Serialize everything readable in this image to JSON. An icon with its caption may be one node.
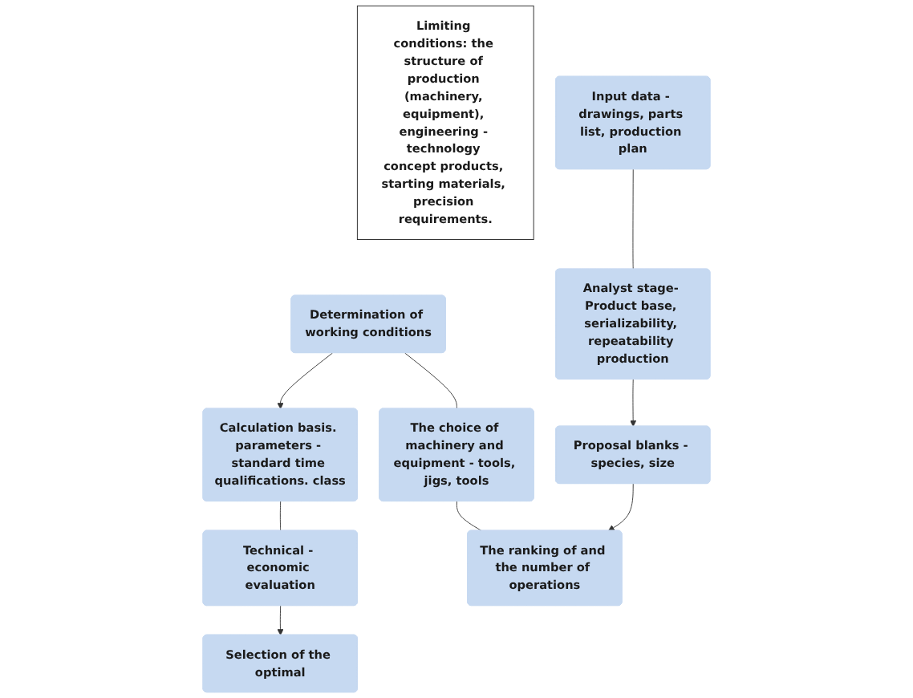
{
  "diagram": {
    "nodes": [
      {
        "text": [
          "Limiting conditions: the structure of production (machinery, equipment), engineering - technology concept products, starting materials, precision requirements."
        ]
      },
      {
        "text": [
          "Input data - drawings, parts list, production plan"
        ]
      },
      {
        "text": [
          "Determination of working conditions"
        ]
      },
      {
        "text": [
          "Calculation basis. parameters - standard time qualifications. class"
        ]
      },
      {
        "text": [
          "Analyst stage- Product base, serializability, repeatability production"
        ]
      },
      {
        "text": [
          "The choice of machinery and equipment - tools, jigs, tools"
        ]
      },
      {
        "text": [
          "Technical - economic evaluation"
        ]
      },
      {
        "text": [
          "Proposal blanks - species, size"
        ]
      },
      {
        "text": [
          "The ranking of and the number of operations"
        ]
      },
      {
        "text": [
          "Selection of the optimal"
        ]
      }
    ],
    "edges": [
      {
        "from": 2,
        "to": 3,
        "arrow": "to"
      },
      {
        "from": 1,
        "to": 4,
        "arrow": "none"
      },
      {
        "from": 2,
        "to": 5,
        "arrow": "none"
      },
      {
        "from": 3,
        "to": 6,
        "arrow": "none"
      },
      {
        "from": 4,
        "to": 7,
        "arrow": "to"
      },
      {
        "from": 5,
        "to": 8,
        "arrow": "none"
      },
      {
        "from": 6,
        "to": 9,
        "arrow": "to"
      },
      {
        "from": 7,
        "to": 8,
        "arrow": "to"
      }
    ]
  }
}
